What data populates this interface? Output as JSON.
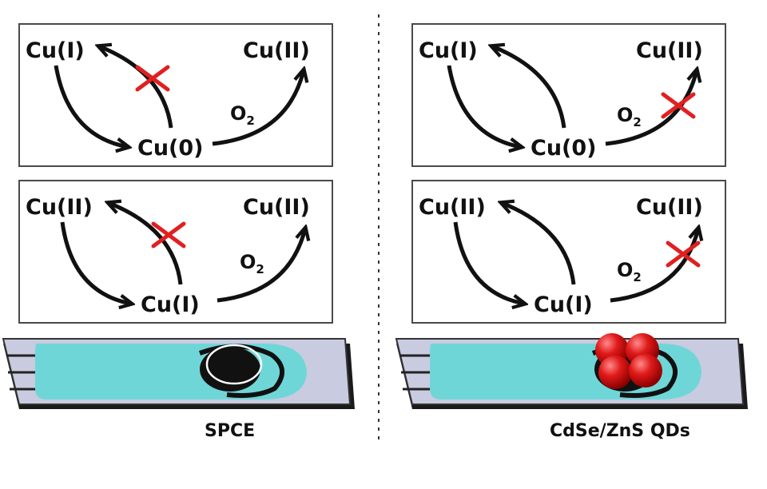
{
  "colors": {
    "arrow": "#111111",
    "cross": "#e02020",
    "electrode_body": "#c9cbe0",
    "electrode_ink": "#6fd6d8",
    "qd": "#e01a1a",
    "box_border": "#4a4a4a"
  },
  "panels": [
    {
      "top_left": "Cu(I)",
      "top_right": "Cu(II)",
      "bottom": "Cu(0)",
      "oxidant_main": "O",
      "oxidant_sub": "2",
      "blocked": "reverse"
    },
    {
      "top_left": "Cu(I)",
      "top_right": "Cu(II)",
      "bottom": "Cu(0)",
      "oxidant_main": "O",
      "oxidant_sub": "2",
      "blocked": "oxidation"
    },
    {
      "top_left": "Cu(II)",
      "top_right": "Cu(II)",
      "bottom": "Cu(I)",
      "oxidant_main": "O",
      "oxidant_sub": "2",
      "blocked": "reverse"
    },
    {
      "top_left": "Cu(II)",
      "top_right": "Cu(II)",
      "bottom": "Cu(I)",
      "oxidant_main": "O",
      "oxidant_sub": "2",
      "blocked": "oxidation"
    }
  ],
  "electrodes": [
    {
      "caption": "SPCE",
      "icon": "spce-electrode",
      "modified": false
    },
    {
      "caption": "CdSe/ZnS QDs",
      "icon": "qd-modified-electrode",
      "modified": true
    }
  ]
}
